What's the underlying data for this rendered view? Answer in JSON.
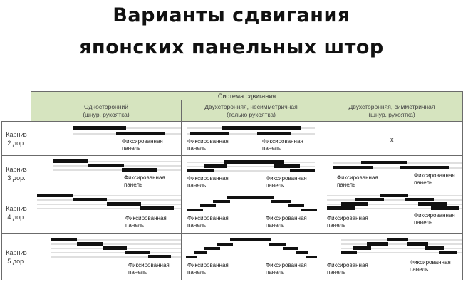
{
  "title": {
    "line1": "Варианты сдвигания",
    "line2": "японских панельных штор"
  },
  "table": {
    "group_header": "Система сдвигания",
    "columns": [
      {
        "line1": "Односторонний",
        "line2": "(шнур, рукоятка)"
      },
      {
        "line1": "Двухсторонняя, несимметричная",
        "line2": "(только рукоятка)"
      },
      {
        "line1": "Двухсторонняя, симметричная",
        "line2": "(шнур, рукоятка)"
      }
    ],
    "rows": [
      {
        "label_line1": "Карниз",
        "label_line2": "2 дор."
      },
      {
        "label_line1": "Карниз",
        "label_line2": "3 дор."
      },
      {
        "label_line1": "Карниз",
        "label_line2": "4 дор."
      },
      {
        "label_line1": "Карниз",
        "label_line2": "5 дор."
      }
    ],
    "not_available": "х",
    "fixed_panel_line1": "Фиксированная",
    "fixed_panel_line2": "панель"
  }
}
